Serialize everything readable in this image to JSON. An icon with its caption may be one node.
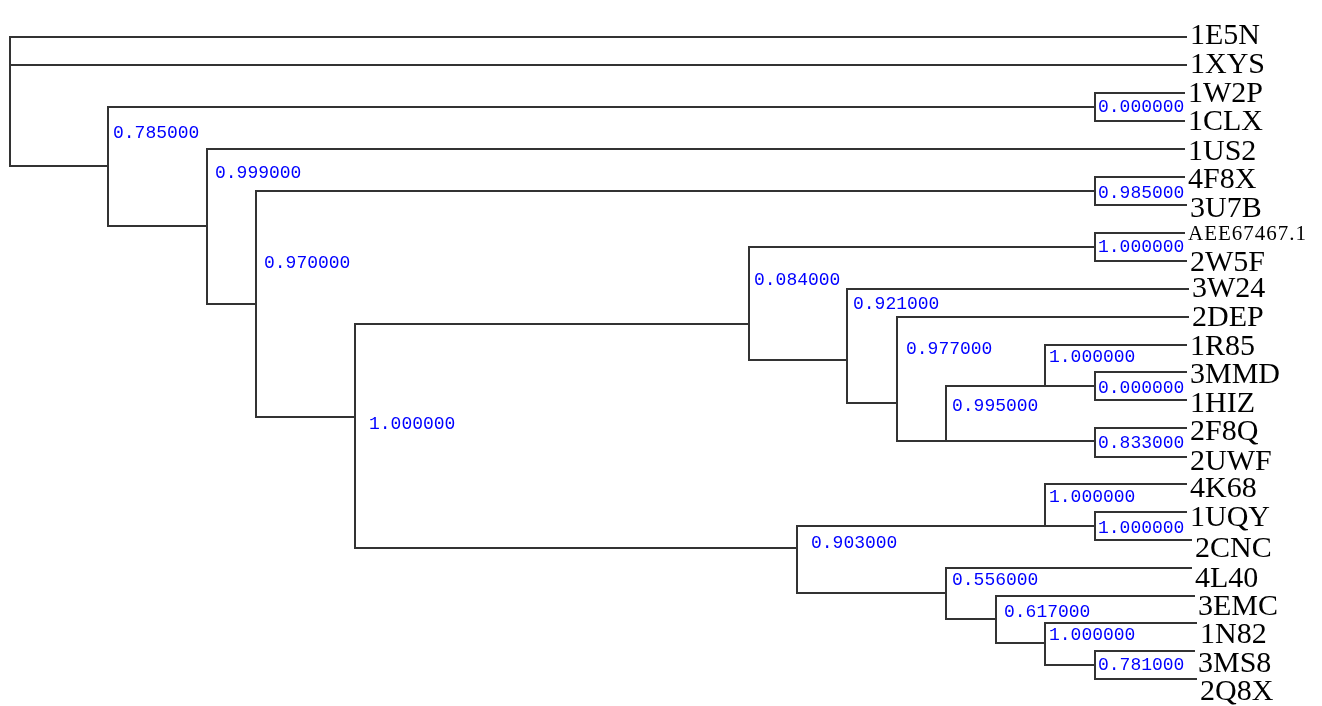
{
  "diagram": {
    "nodes": [
      {
        "text": [],
        "shape": "bar"
      },
      {
        "text": [
          "1E5N"
        ]
      },
      {
        "text": [
          "1XYS"
        ]
      },
      {
        "text": [],
        "shape": "bar",
        "beside": [
          "0.785000"
        ]
      },
      {
        "text": [],
        "shape": "bar",
        "beside": [
          "0.000000"
        ]
      },
      {
        "text": [
          "1W2P"
        ]
      },
      {
        "text": [
          "1CLX"
        ]
      },
      {
        "text": [],
        "shape": "bar",
        "beside": [
          "0.999000"
        ]
      },
      {
        "text": [
          "1US2"
        ]
      },
      {
        "text": [],
        "shape": "bar",
        "beside": [
          "0.970000"
        ]
      },
      {
        "text": [],
        "shape": "bar",
        "beside": [
          "0.985000"
        ]
      },
      {
        "text": [
          "4F8X"
        ]
      },
      {
        "text": [
          "3U7B"
        ]
      },
      {
        "text": [],
        "shape": "bar",
        "beside": [
          "1.000000"
        ]
      },
      {
        "text": [],
        "shape": "bar",
        "beside": [
          "0.084000"
        ]
      },
      {
        "text": [],
        "shape": "bar",
        "beside": [
          "1.000000"
        ]
      },
      {
        "text": [
          "AEE67467.1"
        ]
      },
      {
        "text": [
          "2W5F"
        ]
      },
      {
        "text": [],
        "shape": "bar",
        "beside": [
          "0.921000"
        ]
      },
      {
        "text": [
          "3W24"
        ]
      },
      {
        "text": [],
        "shape": "bar",
        "beside": [
          "0.977000"
        ]
      },
      {
        "text": [
          "2DEP"
        ]
      },
      {
        "text": [],
        "shape": "bar",
        "beside": [
          "0.995000"
        ]
      },
      {
        "text": [],
        "shape": "bar",
        "beside": [
          "1.000000"
        ]
      },
      {
        "text": [
          "1R85"
        ]
      },
      {
        "text": [],
        "shape": "bar",
        "beside": [
          "0.000000"
        ]
      },
      {
        "text": [
          "3MMD"
        ]
      },
      {
        "text": [
          "1HIZ"
        ]
      },
      {
        "text": [],
        "shape": "bar",
        "beside": [
          "0.833000"
        ]
      },
      {
        "text": [
          "2F8Q"
        ]
      },
      {
        "text": [
          "2UWF"
        ]
      },
      {
        "text": [],
        "shape": "bar",
        "beside": [
          "0.903000"
        ]
      },
      {
        "text": [],
        "shape": "bar",
        "beside": [
          "1.000000"
        ]
      },
      {
        "text": [
          "4K68"
        ]
      },
      {
        "text": [],
        "shape": "bar",
        "beside": [
          "1.000000"
        ]
      },
      {
        "text": [
          "1UQY"
        ]
      },
      {
        "text": [
          "2CNC"
        ]
      },
      {
        "text": [],
        "shape": "bar",
        "beside": [
          "0.556000"
        ]
      },
      {
        "text": [
          "4L40"
        ]
      },
      {
        "text": [],
        "shape": "bar",
        "beside": [
          "0.617000"
        ]
      },
      {
        "text": [
          "3EMC"
        ]
      },
      {
        "text": [],
        "shape": "bar",
        "beside": [
          "1.000000"
        ]
      },
      {
        "text": [
          "1N82"
        ]
      },
      {
        "text": [],
        "shape": "bar",
        "beside": [
          "0.781000"
        ]
      },
      {
        "text": [
          "3MS8"
        ]
      },
      {
        "text": [
          "2Q8X"
        ]
      }
    ],
    "edges": [
      {
        "from": 0,
        "to": 1,
        "arrow": "none"
      },
      {
        "from": 0,
        "to": 2,
        "arrow": "none"
      },
      {
        "from": 0,
        "to": 3,
        "arrow": "none"
      },
      {
        "from": 3,
        "to": 4,
        "arrow": "none"
      },
      {
        "from": 3,
        "to": 7,
        "arrow": "none"
      },
      {
        "from": 4,
        "to": 5,
        "arrow": "none"
      },
      {
        "from": 4,
        "to": 6,
        "arrow": "none"
      },
      {
        "from": 7,
        "to": 8,
        "arrow": "none"
      },
      {
        "from": 7,
        "to": 9,
        "arrow": "none"
      },
      {
        "from": 9,
        "to": 10,
        "arrow": "none"
      },
      {
        "from": 9,
        "to": 13,
        "arrow": "none"
      },
      {
        "from": 10,
        "to": 11,
        "arrow": "none"
      },
      {
        "from": 10,
        "to": 12,
        "arrow": "none"
      },
      {
        "from": 13,
        "to": 14,
        "arrow": "none"
      },
      {
        "from": 13,
        "to": 31,
        "arrow": "none"
      },
      {
        "from": 14,
        "to": 15,
        "arrow": "none"
      },
      {
        "from": 14,
        "to": 18,
        "arrow": "none"
      },
      {
        "from": 15,
        "to": 16,
        "arrow": "none"
      },
      {
        "from": 15,
        "to": 17,
        "arrow": "none"
      },
      {
        "from": 18,
        "to": 19,
        "arrow": "none"
      },
      {
        "from": 18,
        "to": 20,
        "arrow": "none"
      },
      {
        "from": 20,
        "to": 21,
        "arrow": "none"
      },
      {
        "from": 20,
        "to": 22,
        "arrow": "none"
      },
      {
        "from": 22,
        "to": 23,
        "arrow": "none"
      },
      {
        "from": 22,
        "to": 28,
        "arrow": "none"
      },
      {
        "from": 23,
        "to": 24,
        "arrow": "none"
      },
      {
        "from": 23,
        "to": 25,
        "arrow": "none"
      },
      {
        "from": 25,
        "to": 26,
        "arrow": "none"
      },
      {
        "from": 25,
        "to": 27,
        "arrow": "none"
      },
      {
        "from": 28,
        "to": 29,
        "arrow": "none"
      },
      {
        "from": 28,
        "to": 30,
        "arrow": "none"
      },
      {
        "from": 31,
        "to": 32,
        "arrow": "none"
      },
      {
        "from": 31,
        "to": 37,
        "arrow": "none"
      },
      {
        "from": 32,
        "to": 33,
        "arrow": "none"
      },
      {
        "from": 32,
        "to": 34,
        "arrow": "none"
      },
      {
        "from": 34,
        "to": 35,
        "arrow": "none"
      },
      {
        "from": 34,
        "to": 36,
        "arrow": "none"
      },
      {
        "from": 37,
        "to": 38,
        "arrow": "none"
      },
      {
        "from": 37,
        "to": 39,
        "arrow": "none"
      },
      {
        "from": 39,
        "to": 40,
        "arrow": "none"
      },
      {
        "from": 39,
        "to": 41,
        "arrow": "none"
      },
      {
        "from": 41,
        "to": 42,
        "arrow": "none"
      },
      {
        "from": 41,
        "to": 43,
        "arrow": "none"
      },
      {
        "from": 43,
        "to": 44,
        "arrow": "none"
      },
      {
        "from": 43,
        "to": 45,
        "arrow": "none"
      }
    ]
  }
}
